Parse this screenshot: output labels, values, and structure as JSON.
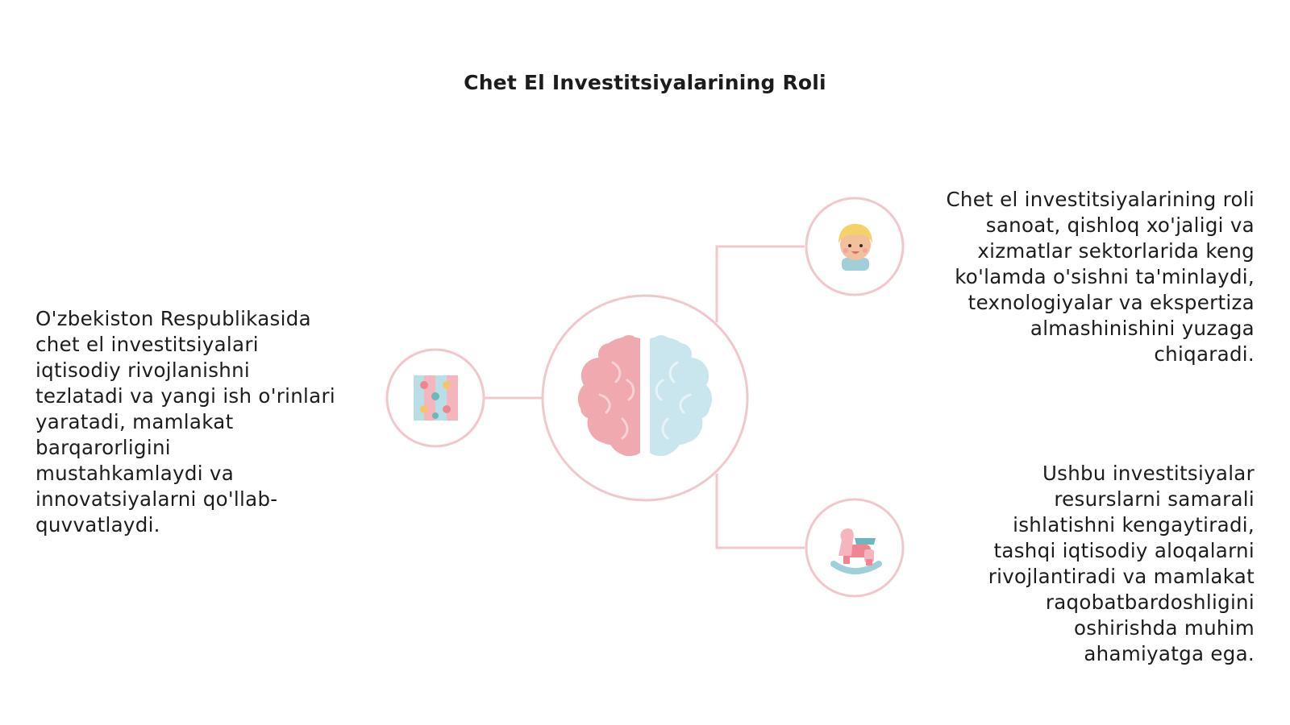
{
  "title": "Chet El Investitsiyalarining Roli",
  "colors": {
    "line": "#f1c7cc",
    "brain_left": "#f0a9ae",
    "brain_right": "#c9e6ee",
    "accent_pink": "#ee8590",
    "accent_teal": "#6fb5bd"
  },
  "icons": {
    "center": "brain-icon",
    "left": "puzzle-icon",
    "right_top": "child-face-icon",
    "right_bottom": "rocking-horse-icon"
  },
  "blocks": {
    "left": "O'zbekiston Respublikasida\nchet el investitsiyalari\niqtisodiy rivojlanishni\ntezlatadi va yangi ish o'rinlari\nyaratadi, mamlakat\nbarqarorligini\nmustahkamlaydi va\ninnovatsiyalarni qo'llab-\nquvvatlaydi.",
    "right_top": "Chet el investitsiyalarining roli\nsanoat, qishloq xo'jaligi va\nxizmatlar sektorlarida keng\nko'lamda o'sishni ta'minlaydi,\ntexnologiyalar va ekspertiza\nalmashinishini yuzaga\nchiqaradi.",
    "right_bottom": "Ushbu investitsiyalar\nresurslarni samarali\nishlatishni kengaytiradi,\ntashqi iqtisodiy aloqalarni\nrivojlantiradi va mamlakat\nraqobatbardoshligini\noshirishda muhim\nahamiyatga ega."
  }
}
